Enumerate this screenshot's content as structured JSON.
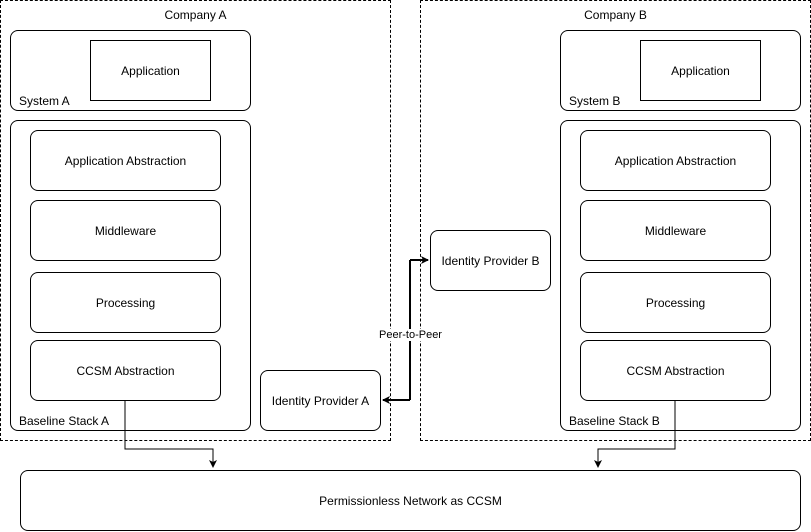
{
  "company_a": {
    "title": "Company A",
    "system_label": "System A",
    "application": "Application",
    "stack_label": "Baseline Stack A",
    "layers": [
      "Application Abstraction",
      "Middleware",
      "Processing",
      "CCSM Abstraction"
    ],
    "identity_provider": "Identity Provider A"
  },
  "company_b": {
    "title": "Company B",
    "system_label": "System B",
    "application": "Application",
    "stack_label": "Baseline Stack B",
    "layers": [
      "Application Abstraction",
      "Middleware",
      "Processing",
      "CCSM Abstraction"
    ],
    "identity_provider": "Identity Provider B"
  },
  "connection_label": "Peer-to-Peer",
  "network": "Permissionless Network as CCSM"
}
